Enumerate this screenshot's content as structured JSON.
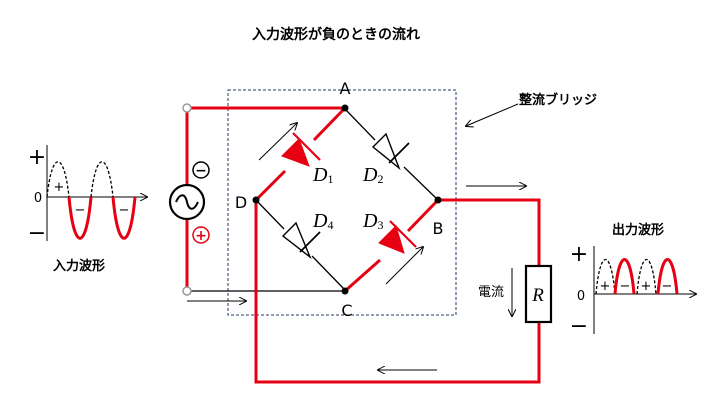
{
  "title": "入力波形が負のときの流れ",
  "bridge_label": "整流ブリッジ",
  "input_label": "入力波形",
  "output_label": "出力波形",
  "current_label": "電流",
  "nodes": {
    "a": "A",
    "b": "B",
    "c": "C",
    "d": "D"
  },
  "diodes": {
    "d1": {
      "letter": "D",
      "sub": "1"
    },
    "d2": {
      "letter": "D",
      "sub": "2"
    },
    "d3": {
      "letter": "D",
      "sub": "3"
    },
    "d4": {
      "letter": "D",
      "sub": "4"
    }
  },
  "resistor": "R",
  "source": {
    "minus": "−",
    "plus": "+"
  },
  "input_wave": {
    "plus_axis": "+",
    "zero": "0",
    "minus_axis": "−",
    "half_plus": "+",
    "half_minus": "−"
  },
  "output_wave": {
    "plus_axis": "+",
    "zero": "0",
    "minus_axis": "−",
    "half_plus": "+",
    "half_minus": "−"
  },
  "colors": {
    "current": "#e60012",
    "wire": "#000000",
    "dashed_box": "#1f3864"
  }
}
